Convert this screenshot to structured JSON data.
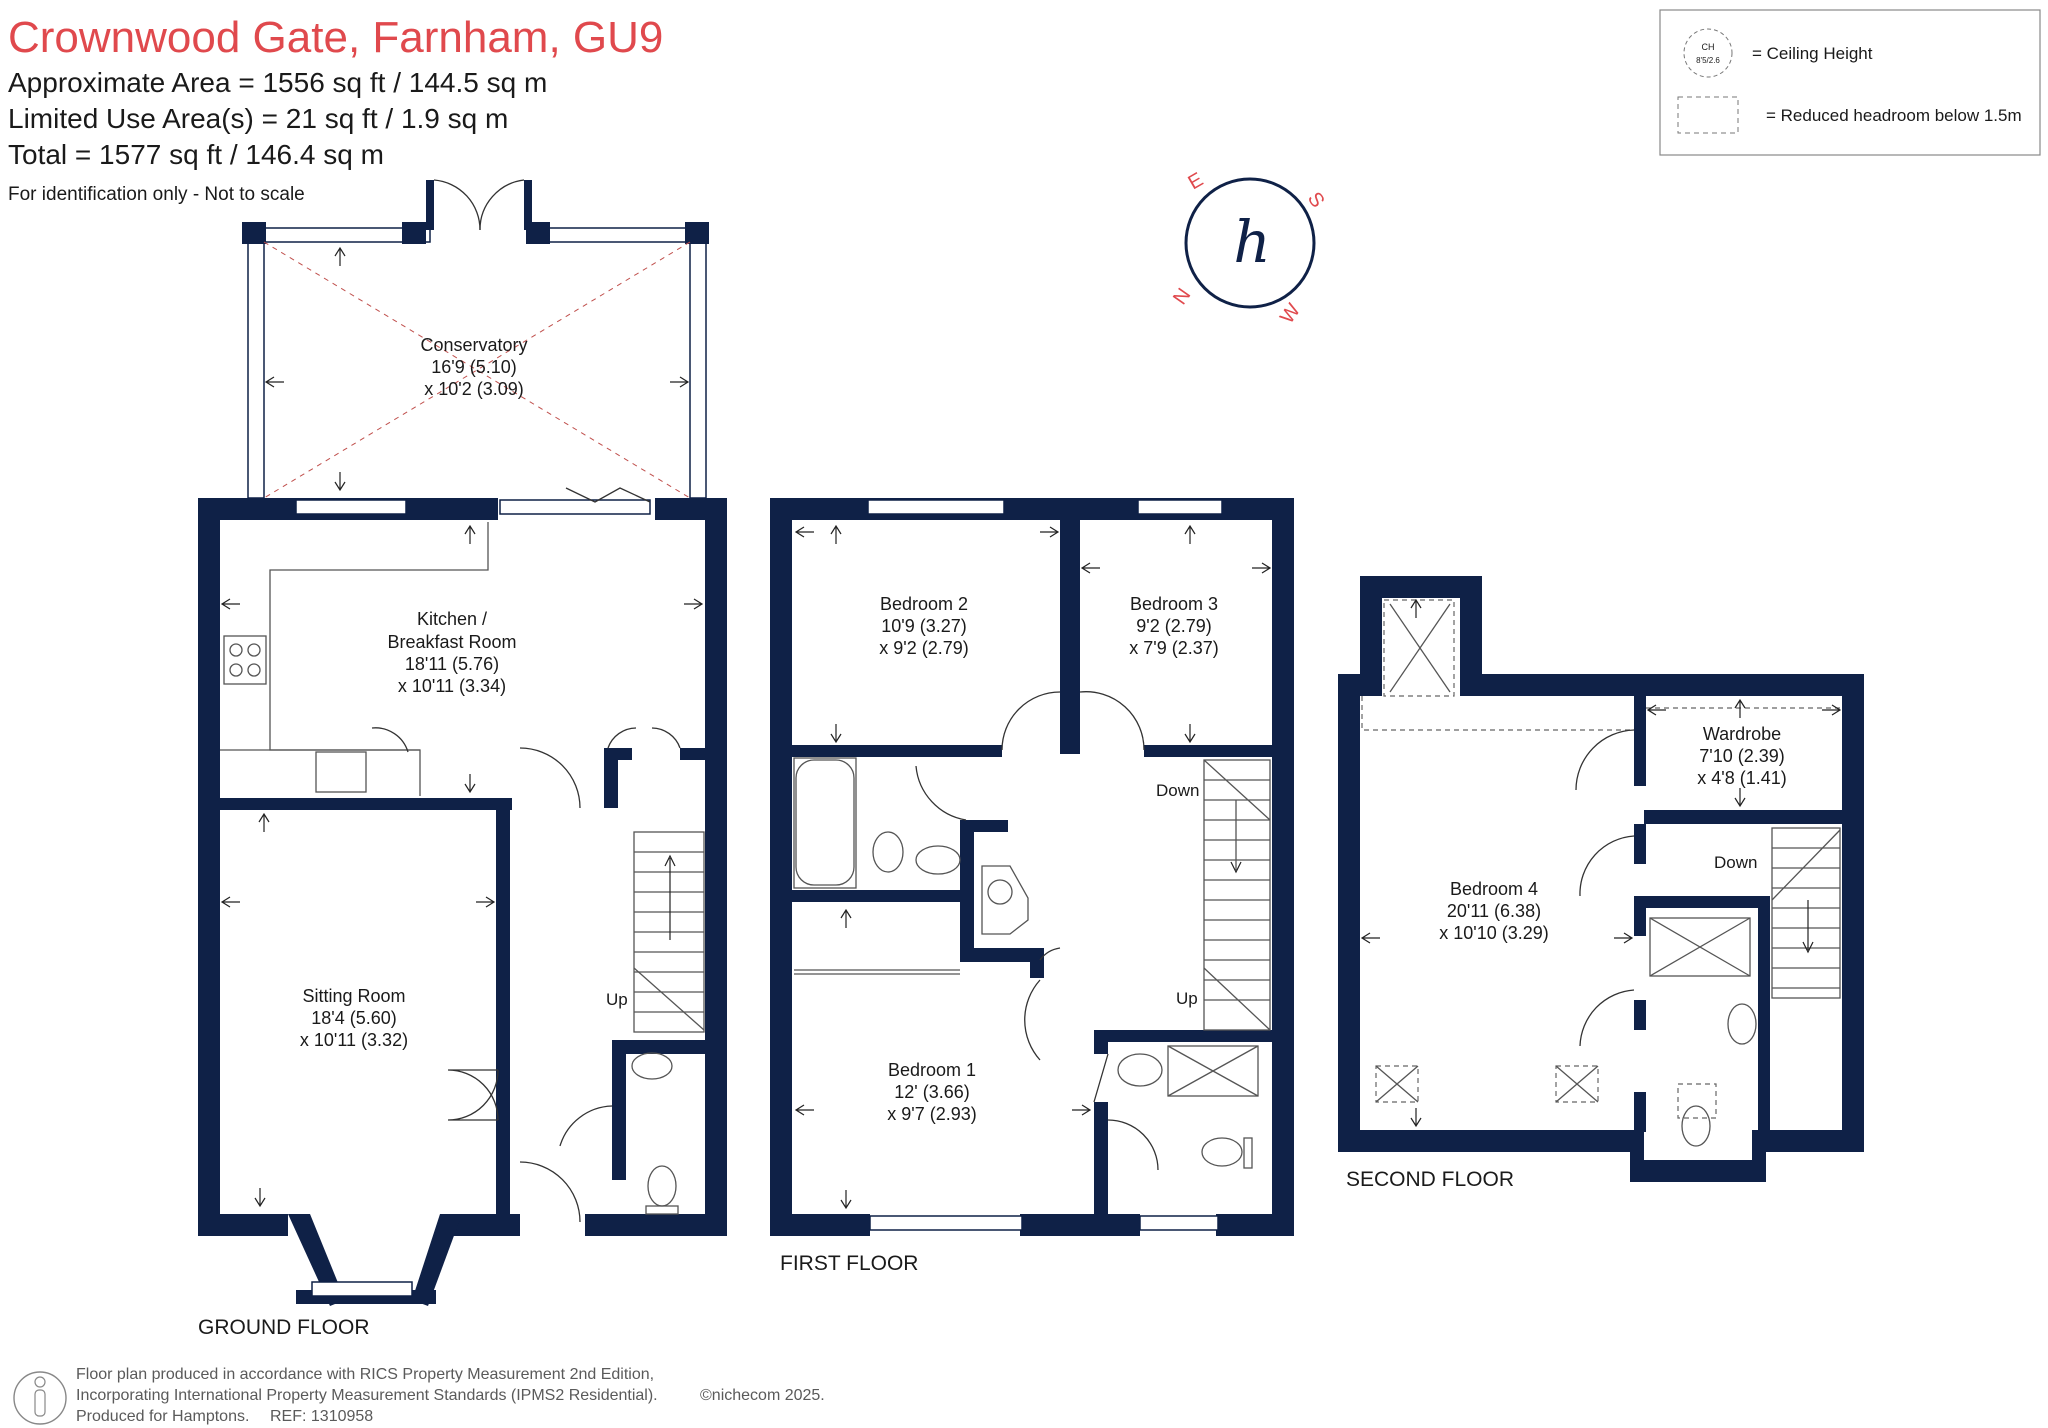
{
  "header": {
    "title": "Crownwood Gate, Farnham, GU9",
    "area_line1": "Approximate Area = 1556 sq ft / 144.5 sq m",
    "area_line2": "Limited Use Area(s) = 21 sq ft / 1.9 sq m",
    "area_line3": "Total = 1577 sq ft / 146.4 sq m",
    "disclaimer": "For identification only - Not to scale"
  },
  "legend": {
    "ch_symbol_line1": "CH",
    "ch_symbol_line2": "8'5/2.6",
    "ch_label": "= Ceiling Height",
    "reduced_label": "= Reduced headroom below 1.5m"
  },
  "compass": {
    "north": "N",
    "east": "E",
    "south": "S",
    "west": "W",
    "logo": "h"
  },
  "floors": {
    "ground": {
      "label": "GROUND FLOOR",
      "rooms": {
        "conservatory": {
          "name": "Conservatory",
          "dim1": "16'9 (5.10)",
          "dim2": "x 10'2 (3.09)"
        },
        "kitchen": {
          "name1": "Kitchen /",
          "name2": "Breakfast Room",
          "dim1": "18'11 (5.76)",
          "dim2": "x 10'11 (3.34)"
        },
        "sitting": {
          "name": "Sitting Room",
          "dim1": "18'4 (5.60)",
          "dim2": "x 10'11 (3.32)"
        }
      },
      "stairs_label": "Up"
    },
    "first": {
      "label": "FIRST FLOOR",
      "rooms": {
        "bedroom2": {
          "name": "Bedroom 2",
          "dim1": "10'9 (3.27)",
          "dim2": "x 9'2 (2.79)"
        },
        "bedroom3": {
          "name": "Bedroom 3",
          "dim1": "9'2 (2.79)",
          "dim2": "x 7'9 (2.37)"
        },
        "bedroom1": {
          "name": "Bedroom 1",
          "dim1": "12' (3.66)",
          "dim2": "x 9'7 (2.93)"
        }
      },
      "stairs_down": "Down",
      "stairs_up": "Up"
    },
    "second": {
      "label": "SECOND FLOOR",
      "rooms": {
        "bedroom4": {
          "name": "Bedroom 4",
          "dim1": "20'11 (6.38)",
          "dim2": "x 10'10 (3.29)"
        },
        "wardrobe": {
          "name": "Wardrobe",
          "dim1": "7'10 (2.39)",
          "dim2": "x 4'8 (1.41)"
        }
      },
      "stairs_down": "Down"
    }
  },
  "footer": {
    "line1": "Floor plan produced in accordance with RICS Property Measurement 2nd Edition,",
    "line2": "Incorporating International Property Measurement Standards (IPMS2 Residential).",
    "line3": "Produced for Hamptons.",
    "ref": "REF: 1310958",
    "copyright": "©nichecom 2025."
  },
  "colors": {
    "wall": "#0f2147",
    "title": "#e0494d",
    "compass_letters": "#e0494d"
  }
}
